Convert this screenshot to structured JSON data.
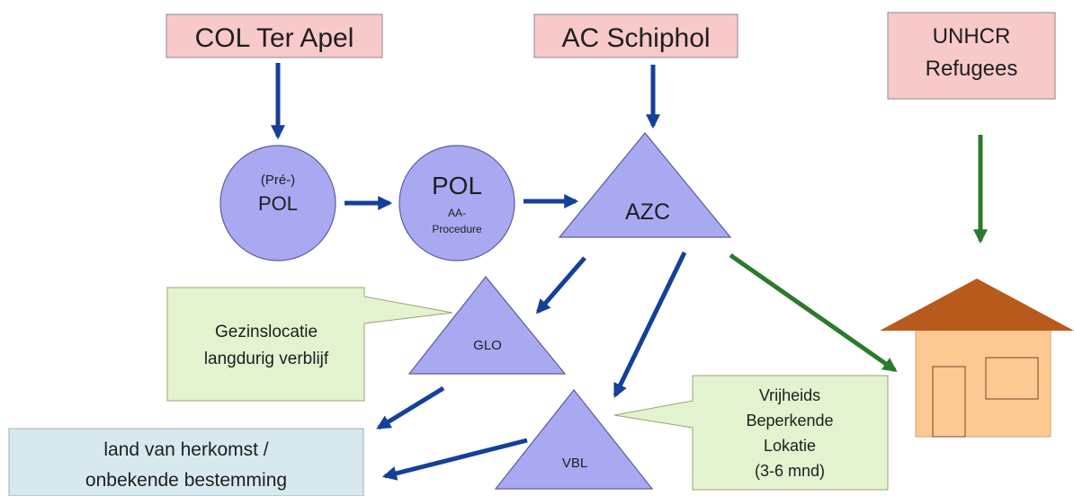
{
  "sources": {
    "col": "COL Ter Apel",
    "ac": "AC Schiphol",
    "unhcr_line1": "UNHCR",
    "unhcr_line2": "Refugees"
  },
  "nodes": {
    "pre_pol_line1": "(Pré-)",
    "pre_pol_line2": "POL",
    "pol": "POL",
    "pol_sub1": "AA-",
    "pol_sub2": "Procedure",
    "azc": "AZC",
    "glo": "GLO",
    "vbl": "VBL"
  },
  "callouts": {
    "glo_line1": "Gezinslocatie",
    "glo_line2": "langdurig verblijf",
    "vbl_line1": "Vrijheids",
    "vbl_line2": "Beperkende",
    "vbl_line3": "Lokatie",
    "vbl_line4": "(3-6 mnd)"
  },
  "destination": {
    "line1": "land van herkomst /",
    "line2": "onbekende bestemming"
  },
  "colors": {
    "source_fill": "#f7c9c9",
    "source_border": "#8a8a8a",
    "node_fill": "#a9a9f2",
    "node_border": "#5b5b9e",
    "callout_fill": "#e3f2cf",
    "callout_border": "#98a56f",
    "destination_fill": "#d7e9ee",
    "arrow_blue": "#14409a",
    "arrow_green": "#2b7a2b",
    "roof": "#b85a1c",
    "house_body": "#fdc992",
    "text": "#1e1e1e"
  }
}
